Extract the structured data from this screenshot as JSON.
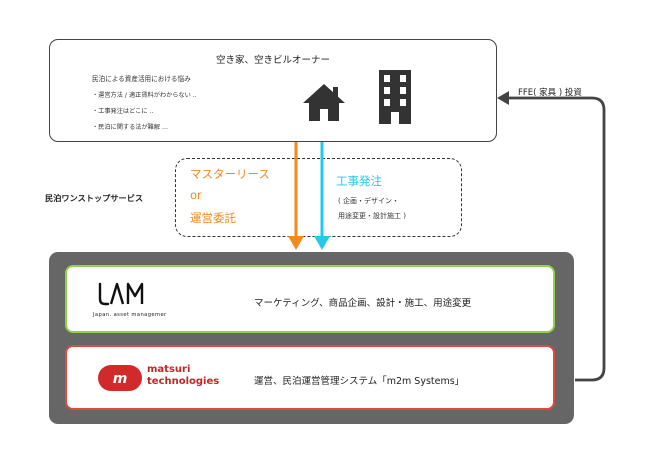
{
  "owner": {
    "title": "空き家、空きビルオーナー",
    "pain_points": [
      "民泊による資産活用における悩み",
      "・運営方法 / 適正賃料がわからない ..",
      "・工事発注はどこに ..",
      "・民泊に関する法が難解 ..."
    ],
    "icons": [
      "house-icon",
      "building-icon"
    ]
  },
  "service_label": "民泊ワンストップサービス",
  "left_flow": {
    "line1": "マスターリース",
    "line2": "or",
    "line3": "運営委託",
    "color": "#f08a1c"
  },
  "right_flow": {
    "title": "工事発注",
    "sub1": "( 企画・デザイン・",
    "sub2": "用途変更・設計施工 )",
    "color": "#26c9e8"
  },
  "jam": {
    "logo_sub": "Japan. asset managemer",
    "description": "マーケティング、商品企画、設計・施工、用途変更",
    "border_color": "#8fd24a"
  },
  "matsuri": {
    "logo_line1": "matsuri",
    "logo_line2": "technologies",
    "description": "運営、民泊運営管理システム「m2m Systems」",
    "border_color": "#e04848"
  },
  "ffe_label": "FFE( 家具 ) 投資",
  "colors": {
    "platform": "#666666",
    "loop_arrow": "#444444"
  }
}
